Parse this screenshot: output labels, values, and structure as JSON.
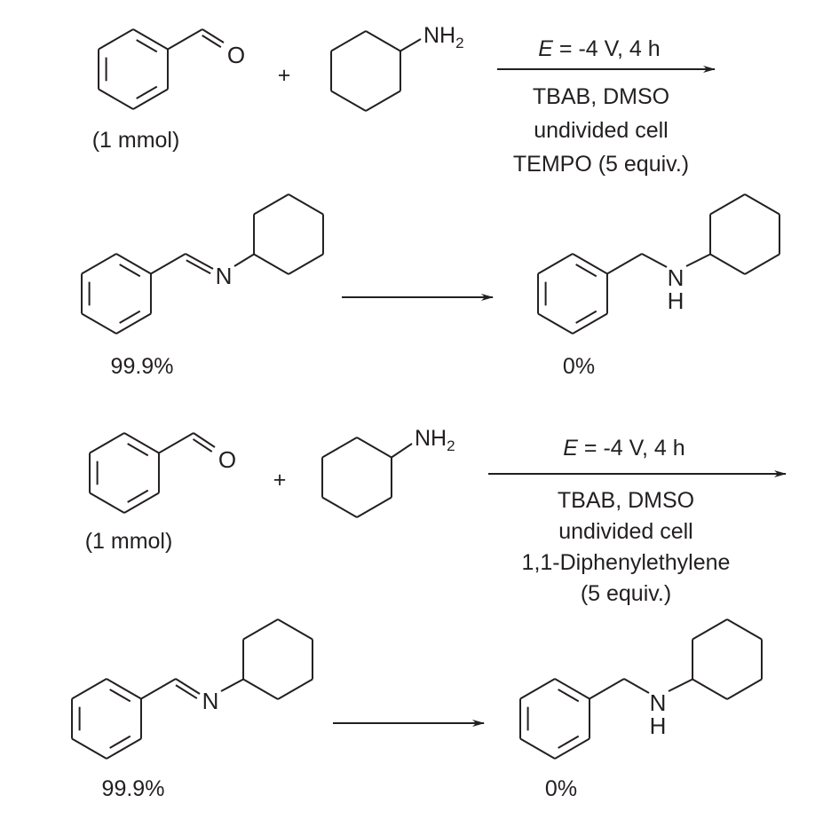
{
  "schemes": [
    {
      "reactant1_amount": "(1 mmol)",
      "plus": "+",
      "amine_label": "NH",
      "amine_sub": "2",
      "oxygen": "O",
      "conditions_top_italic": "E",
      "conditions_top": " = -4 V, 4 h",
      "conditions_below": [
        "TBAB, DMSO",
        "undivided cell",
        "TEMPO (5 equiv.)"
      ],
      "imine_N": "N",
      "amine_N": "N",
      "amine_H": "H",
      "imine_yield": "99.9%",
      "amine_yield": "0%"
    },
    {
      "reactant1_amount": "(1 mmol)",
      "plus": "+",
      "amine_label": "NH",
      "amine_sub": "2",
      "oxygen": "O",
      "conditions_top_italic": "E",
      "conditions_top": " = -4 V, 4 h",
      "conditions_below": [
        "TBAB, DMSO",
        "undivided cell",
        "1,1-Diphenylethylene",
        "(5 equiv.)"
      ],
      "imine_N": "N",
      "amine_N": "N",
      "amine_H": "H",
      "imine_yield": "99.9%",
      "amine_yield": "0%"
    }
  ]
}
